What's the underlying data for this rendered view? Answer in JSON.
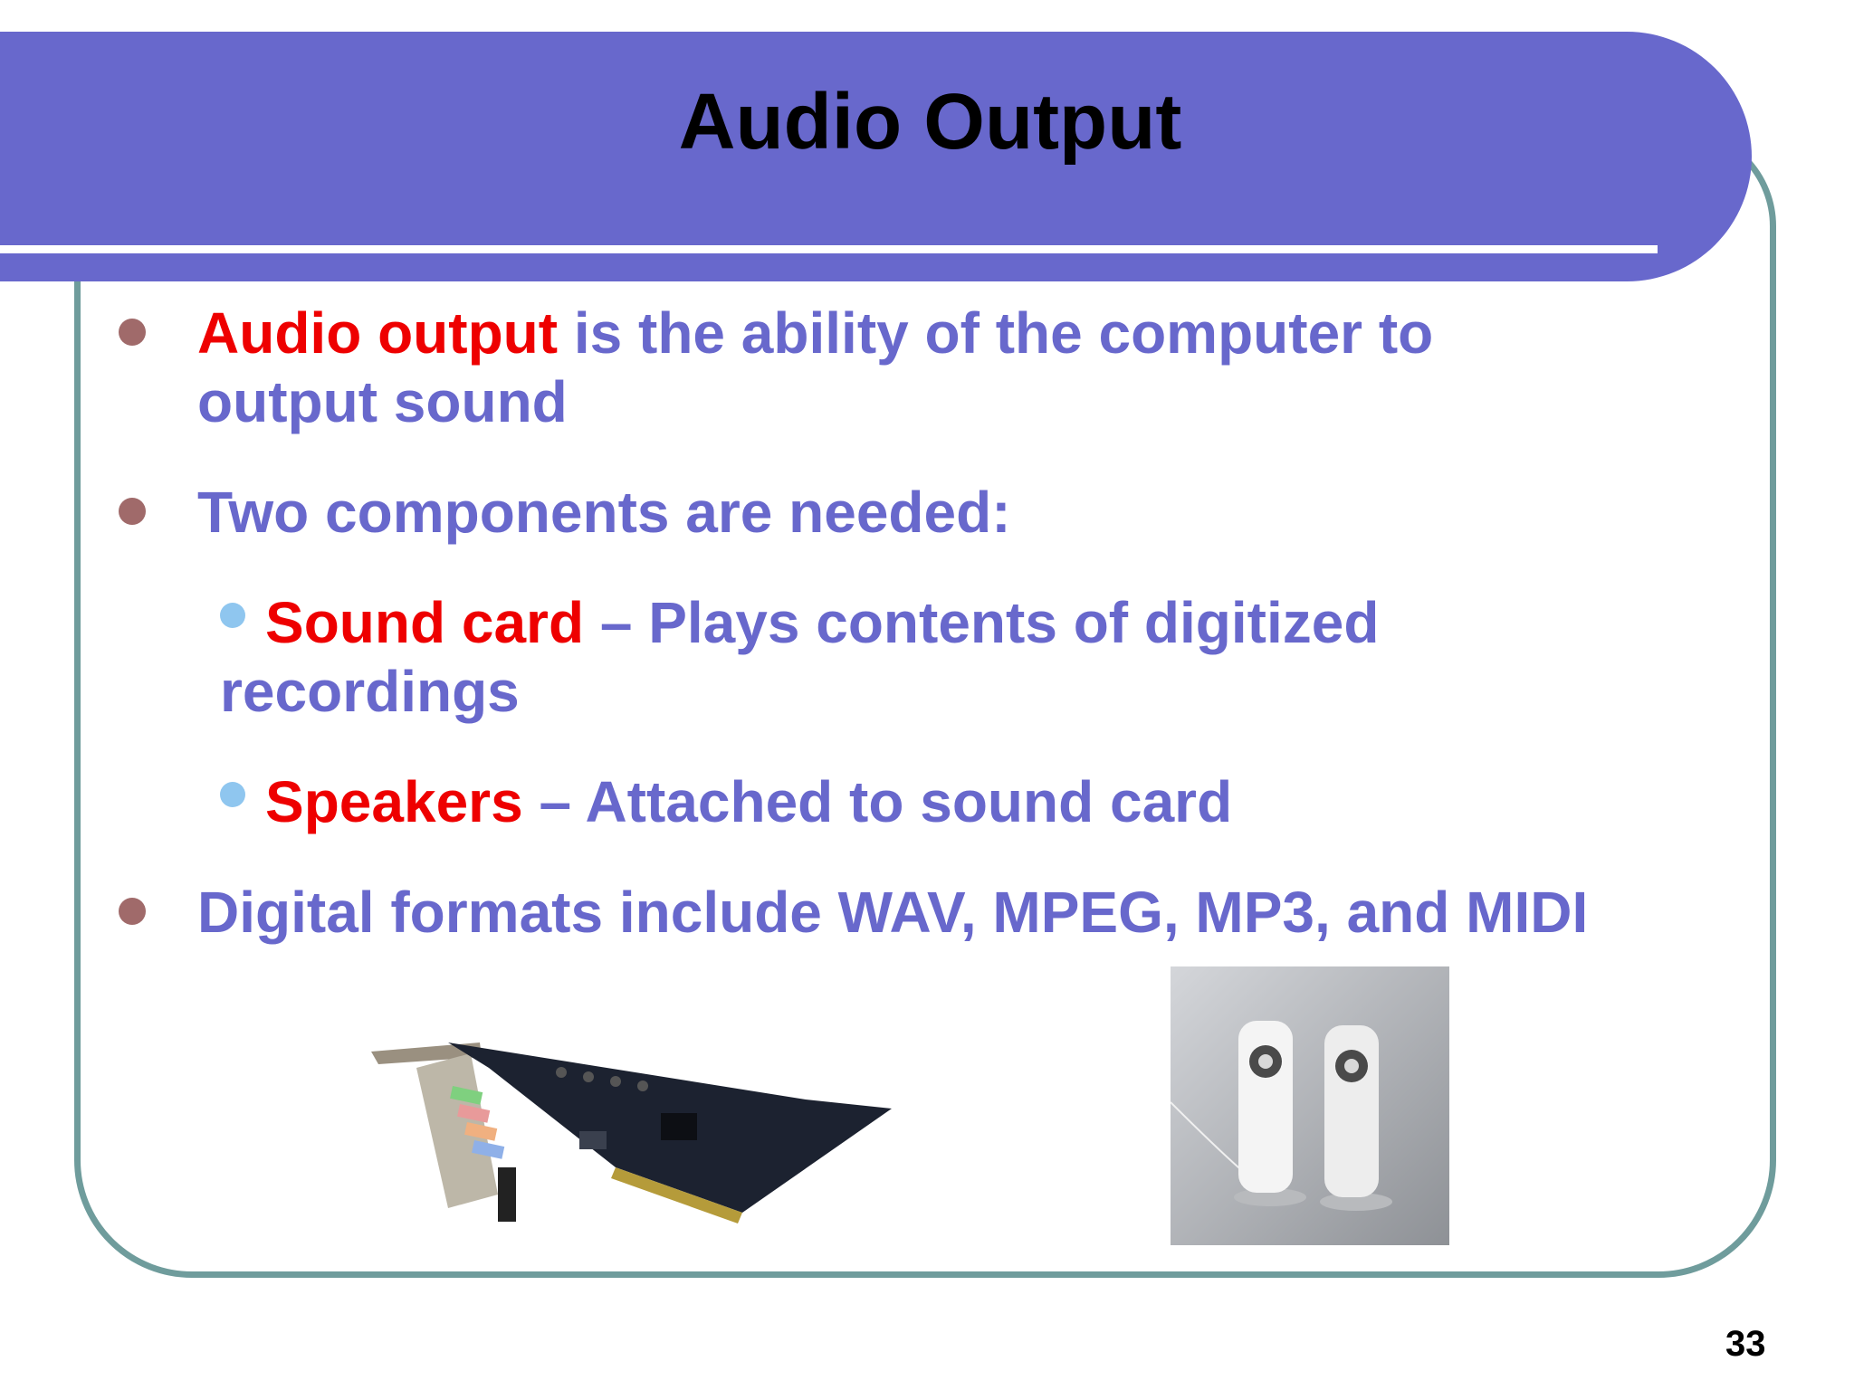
{
  "slide": {
    "title": "Audio Output",
    "page_number": "33"
  },
  "bullets": {
    "b1_term": "Audio output",
    "b1_line1": " is the ability of the computer to",
    "b1_line2": "output sound",
    "b2_text": "Two components are needed:",
    "s1_term": "Sound card",
    "s1_line1": " – Plays contents of digitized",
    "s1_line2": "recordings",
    "s2_term": "Speakers",
    "s2_text": " – Attached to sound card",
    "b3_text": "Digital formats include WAV, MPEG, MP3, and MIDI"
  },
  "colors": {
    "accent": "#6868cc",
    "term": "#ee0000",
    "frame": "#6f9c9c",
    "bullet": "#a06a6a",
    "sub_bullet": "#8fc6ef"
  }
}
